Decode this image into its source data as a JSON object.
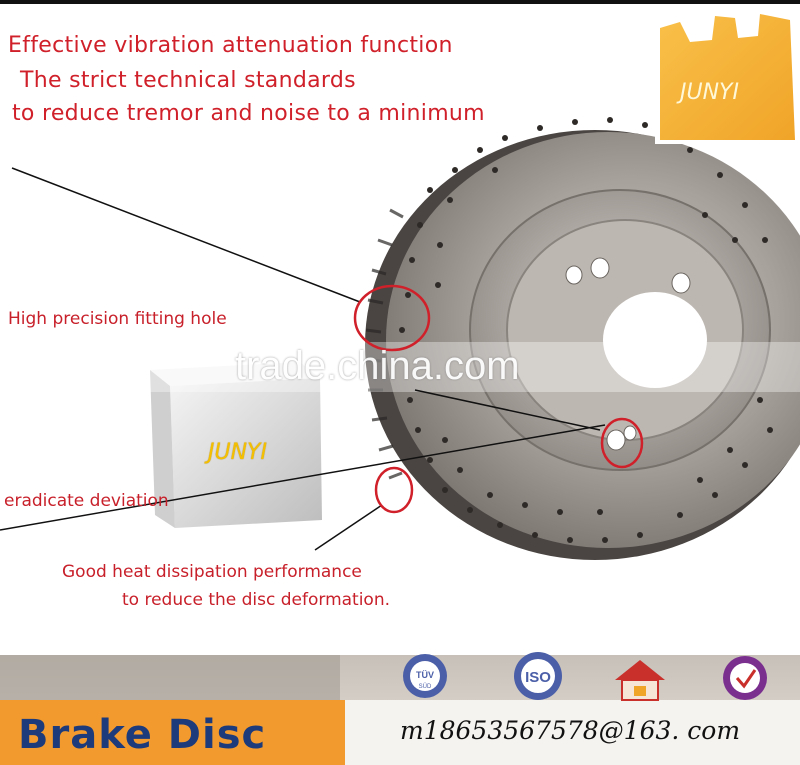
{
  "headline": {
    "line1": "Effective vibration attenuation function",
    "line2": "The strict technical standards",
    "line3": "to reduce tremor and noise to a minimum"
  },
  "callouts": {
    "fitting_hole": "High precision fitting hole",
    "deviation": "eradicate deviation",
    "heat_line1": "Good heat dissipation performance",
    "heat_line2": "to reduce the disc deformation."
  },
  "brand": {
    "tag_text": "JUNYI",
    "box_text": "JUNYI"
  },
  "watermark": "trade.china.com",
  "footer": {
    "product_label": "Brake Disc",
    "email": "m18653567578@163. com",
    "badges": [
      {
        "name": "tuv",
        "text": "TÜV",
        "sub": "SÜD",
        "color": "#4b5fa8"
      },
      {
        "name": "iso",
        "text": "ISO",
        "color": "#4b5fa8"
      },
      {
        "name": "house",
        "color": "#c9302c"
      },
      {
        "name": "check",
        "color": "#7a2f8f"
      }
    ]
  },
  "colors": {
    "callout_red": "#d0202a",
    "tag_orange": "#f6b233",
    "label_blue": "#1d3b7a"
  }
}
